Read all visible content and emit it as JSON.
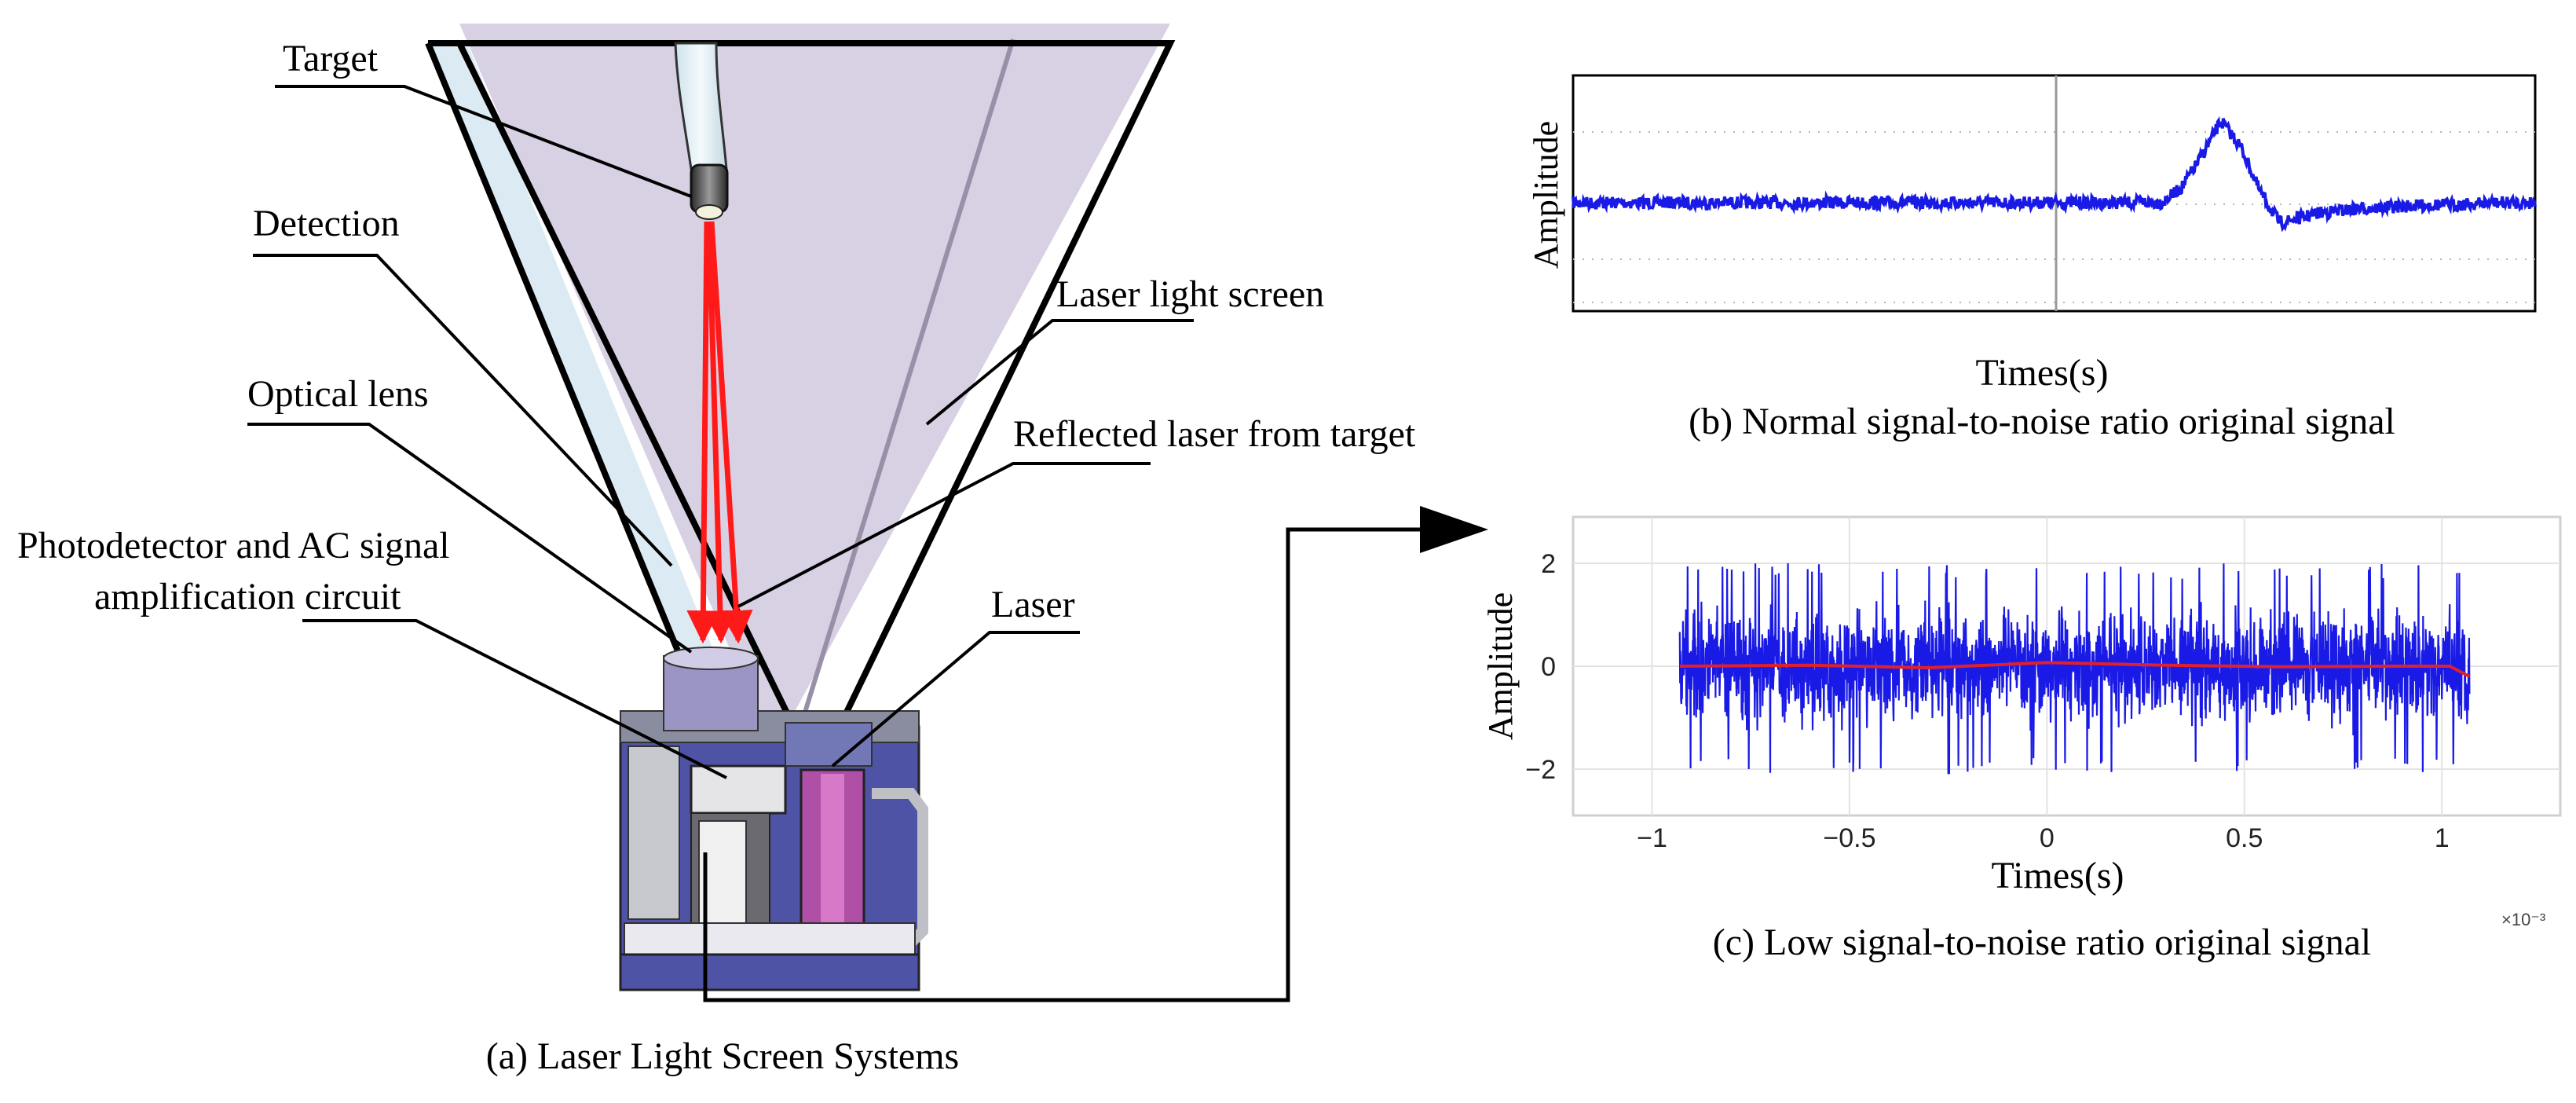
{
  "labels": {
    "target": "Target",
    "detection": "Detection",
    "laser_light_screen": "Laser light screen",
    "optical_lens": "Optical lens",
    "reflected_laser": "Reflected laser from target",
    "photodetector_line1": "Photodetector and AC signal",
    "photodetector_line2": "amplification circuit",
    "laser": "Laser"
  },
  "captions": {
    "a": "(a) Laser Light Screen Systems",
    "b": "(b) Normal signal-to-noise ratio original signal",
    "c": "(c)  Low signal-to-noise ratio original signal"
  },
  "colors": {
    "screen_fill": "#d8d0e3",
    "detection_fill": "#dcebf3",
    "laser_beam": "#ff1a1a",
    "signal_blue": "#1a1ae6",
    "mean_red": "#e0202a",
    "housing_blue": "#4e53a6",
    "laser_magenta": "#b04fa6"
  },
  "chart_data": [
    {
      "type": "line",
      "panel": "b",
      "xlabel": "Times(s)",
      "ylabel": "Amplitude",
      "grid": true,
      "series": [
        {
          "values": [
            0,
            0,
            0,
            0,
            0,
            0,
            0,
            0,
            0,
            0,
            0,
            0,
            0,
            0,
            0,
            0,
            0,
            0,
            0,
            0,
            0,
            0,
            0,
            0,
            0,
            0,
            0,
            0,
            0,
            0,
            0,
            0.15,
            0.45,
            0.8,
            0.55,
            0.1,
            -0.2,
            -0.15,
            -0.1,
            -0.08,
            -0.06,
            -0.05,
            -0.04,
            -0.03,
            -0.02,
            -0.02,
            -0.01,
            0,
            0,
            0
          ]
        }
      ]
    },
    {
      "type": "line",
      "panel": "c",
      "xlabel": "Times(s)",
      "ylabel": "Amplitude",
      "xlim": [
        -1.2,
        1.3
      ],
      "ylim": [
        -2.9,
        2.9
      ],
      "x_ticks": [
        "−1",
        "−0.5",
        "0",
        "0.5",
        "1"
      ],
      "y_ticks": [
        "2",
        "0",
        "−2"
      ],
      "x_exponent": "×10⁻³",
      "grid": true,
      "series": [
        {
          "x_range": [
            -0.93,
            1.07
          ],
          "amplitude_range": [
            -2.1,
            2.0
          ]
        },
        {
          "x": [
            -0.93,
            -0.6,
            -0.3,
            0,
            0.3,
            0.6,
            0.9,
            1.02,
            1.07
          ],
          "y": [
            0,
            0.02,
            -0.03,
            0.07,
            0.02,
            -0.01,
            0.0,
            0.0,
            -0.2
          ]
        }
      ]
    }
  ]
}
